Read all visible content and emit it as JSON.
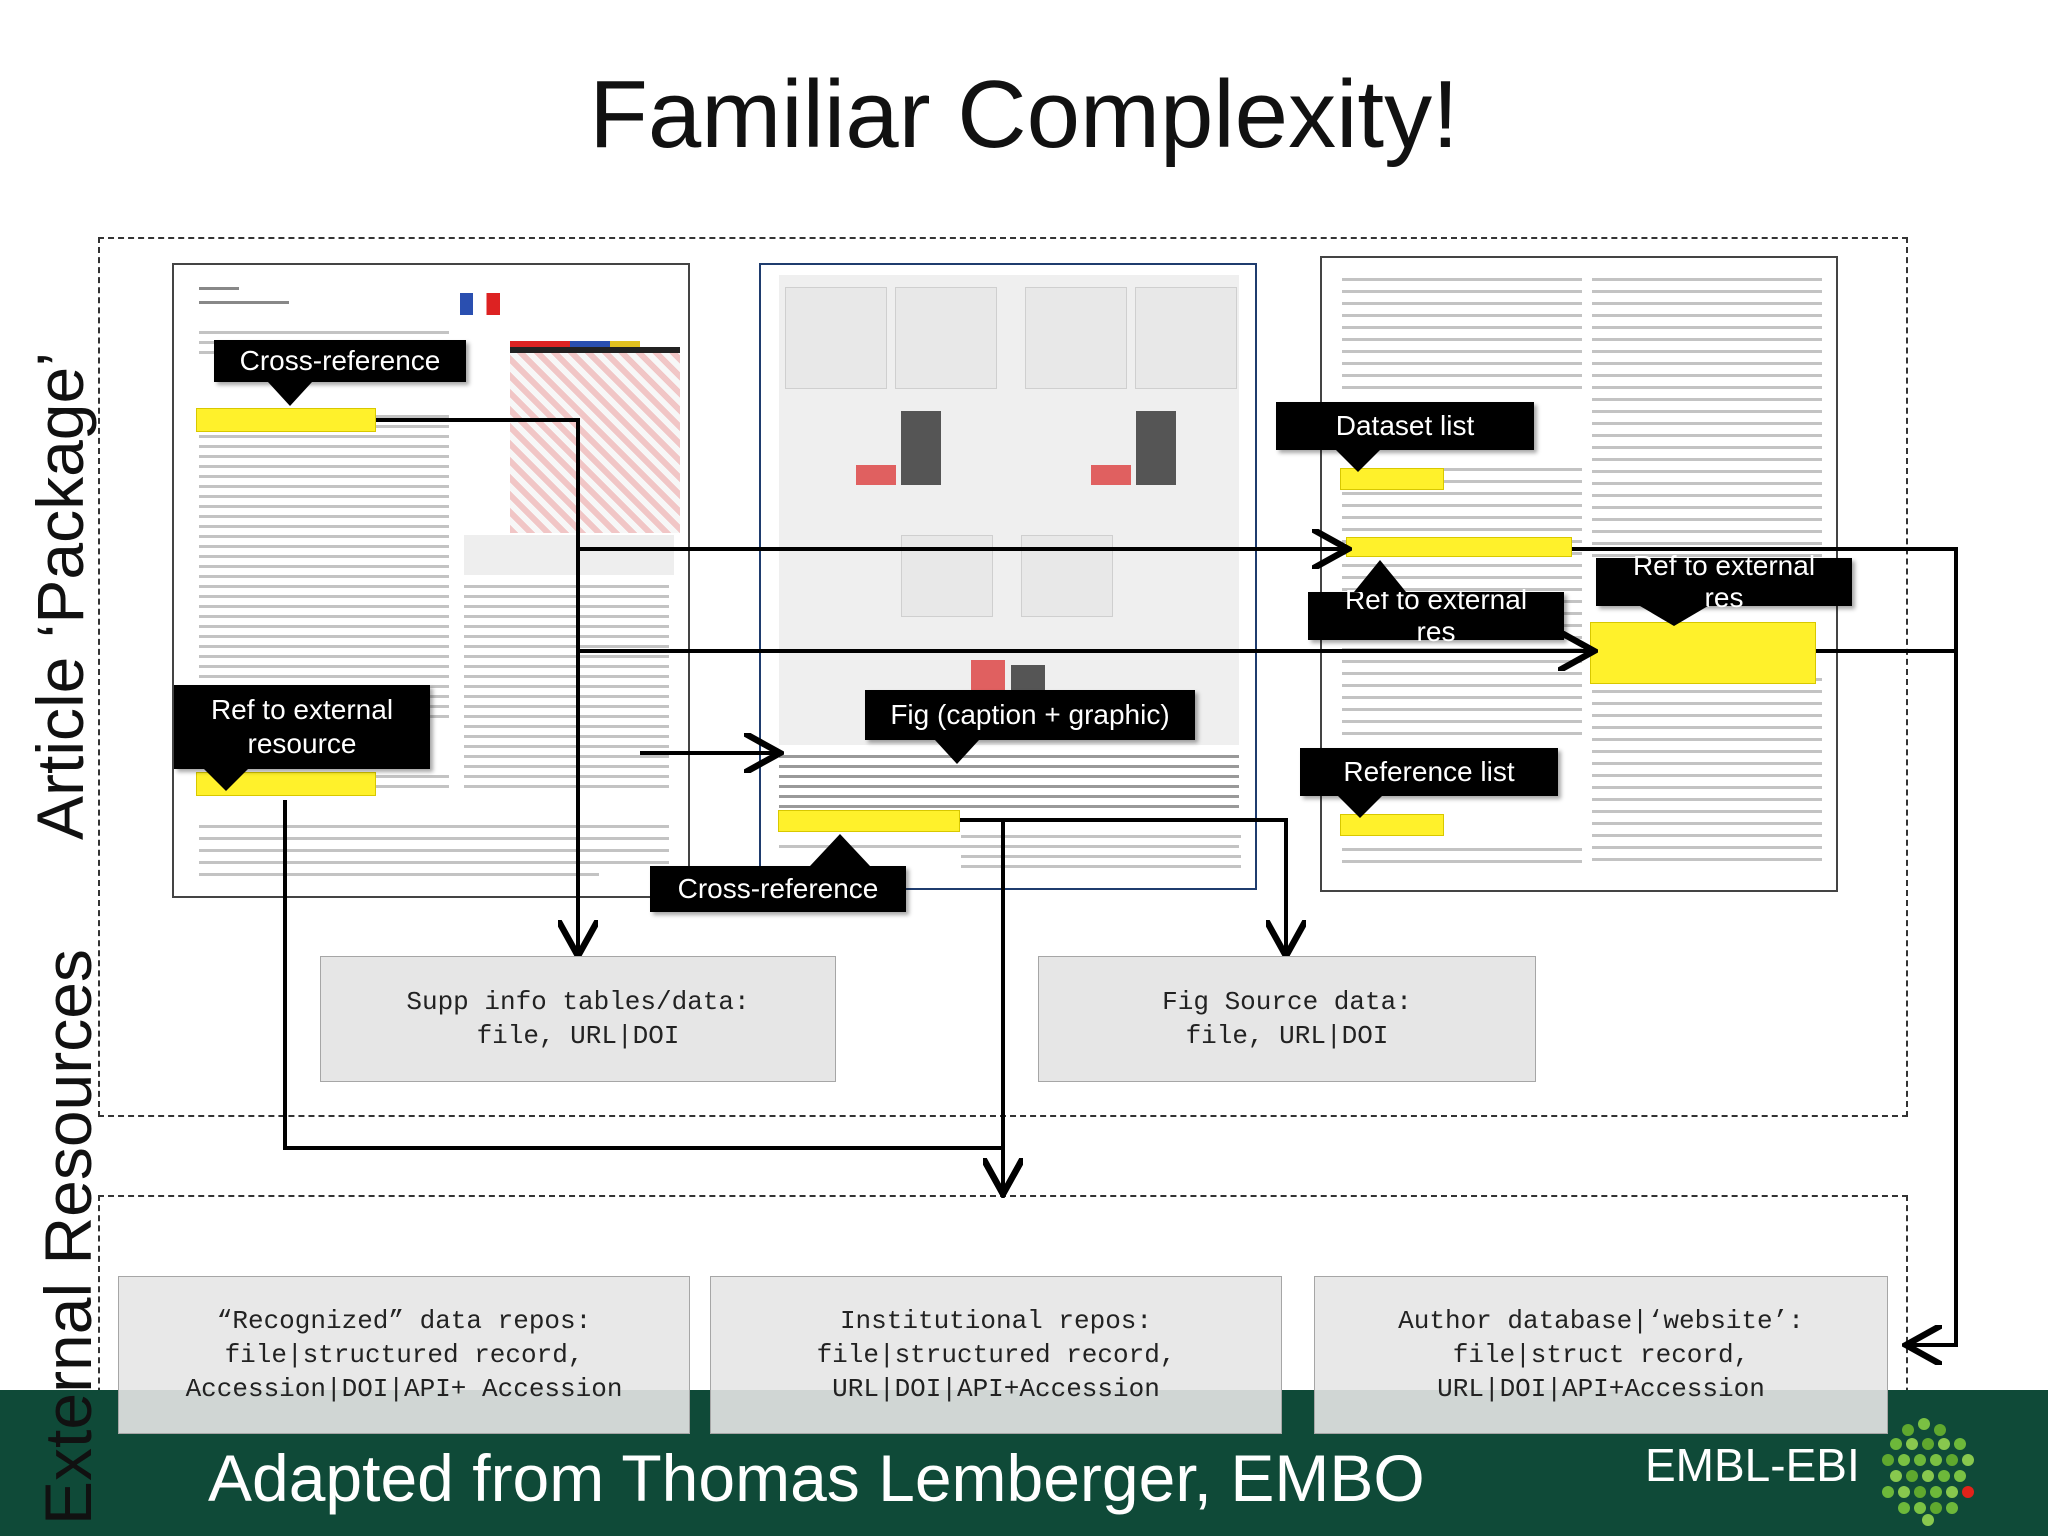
{
  "slide": {
    "title": "Familiar Complexity!",
    "side_label_package": "Article ‘Package’",
    "side_label_external": "External Resources"
  },
  "callouts": {
    "cross_ref_left": "Cross-reference",
    "ref_ext_left_1": "Ref to external",
    "ref_ext_left_2": "resource",
    "fig_caption": "Fig (caption + graphic)",
    "cross_ref_mid": "Cross-reference",
    "dataset_list": "Dataset list",
    "ref_ext_mid_1": "Ref to external",
    "ref_ext_mid_2": "res",
    "ref_ext_right_1": "Ref to external",
    "ref_ext_right_2": "res",
    "reference_list": "Reference list"
  },
  "boxes": {
    "supp_info": "Supp info tables/data:\nfile, URL|DOI",
    "fig_source": "Fig Source data:\nfile, URL|DOI",
    "recognized": "“Recognized” data repos:\nfile|structured record,\nAccession|DOI|API+ Accession",
    "institutional": "Institutional repos:\nfile|structured record,\nURL|DOI|API+Accession",
    "author_db": "Author database|‘website’:\nfile|struct record,\nURL|DOI|API+Accession"
  },
  "footer": {
    "credit": "Adapted from Thomas Lemberger, EMBO",
    "logo": "EMBL-EBI"
  },
  "colors": {
    "footer_bg": "#0f4a38",
    "highlight": "#fff12b",
    "callout_bg": "#000000"
  }
}
